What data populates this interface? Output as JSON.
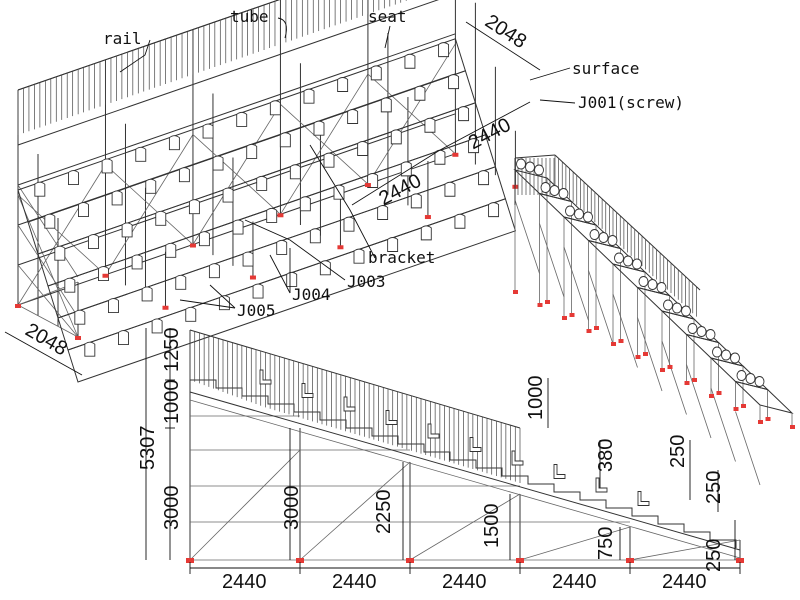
{
  "labels": {
    "rail": "rail",
    "tube": "tube",
    "seat": "seat",
    "surface": "surface",
    "j001": "J001(screw)",
    "bracket": "bracket",
    "j003": "J003",
    "j004": "J004",
    "j005": "J005"
  },
  "iso_dims": {
    "depth_top": "2048",
    "width_right": "2440",
    "width_mid": "2440",
    "depth_left": "2048"
  },
  "elevation_dims": {
    "total_height": "5307",
    "rail_height": "1250",
    "seg_1000": "1000",
    "seg_3000": "3000",
    "inner_3000": "3000",
    "h_2250": "2250",
    "h_1500": "1500",
    "h_750": "750",
    "rail_1000": "1000",
    "riser_380": "380",
    "riser_250_a": "250",
    "riser_250_b": "250",
    "riser_250_c": "250",
    "bays": [
      "2440",
      "2440",
      "2440",
      "2440",
      "2440"
    ]
  },
  "colors": {
    "line": "#333333",
    "foot": "#e53935",
    "background": "#ffffff"
  }
}
